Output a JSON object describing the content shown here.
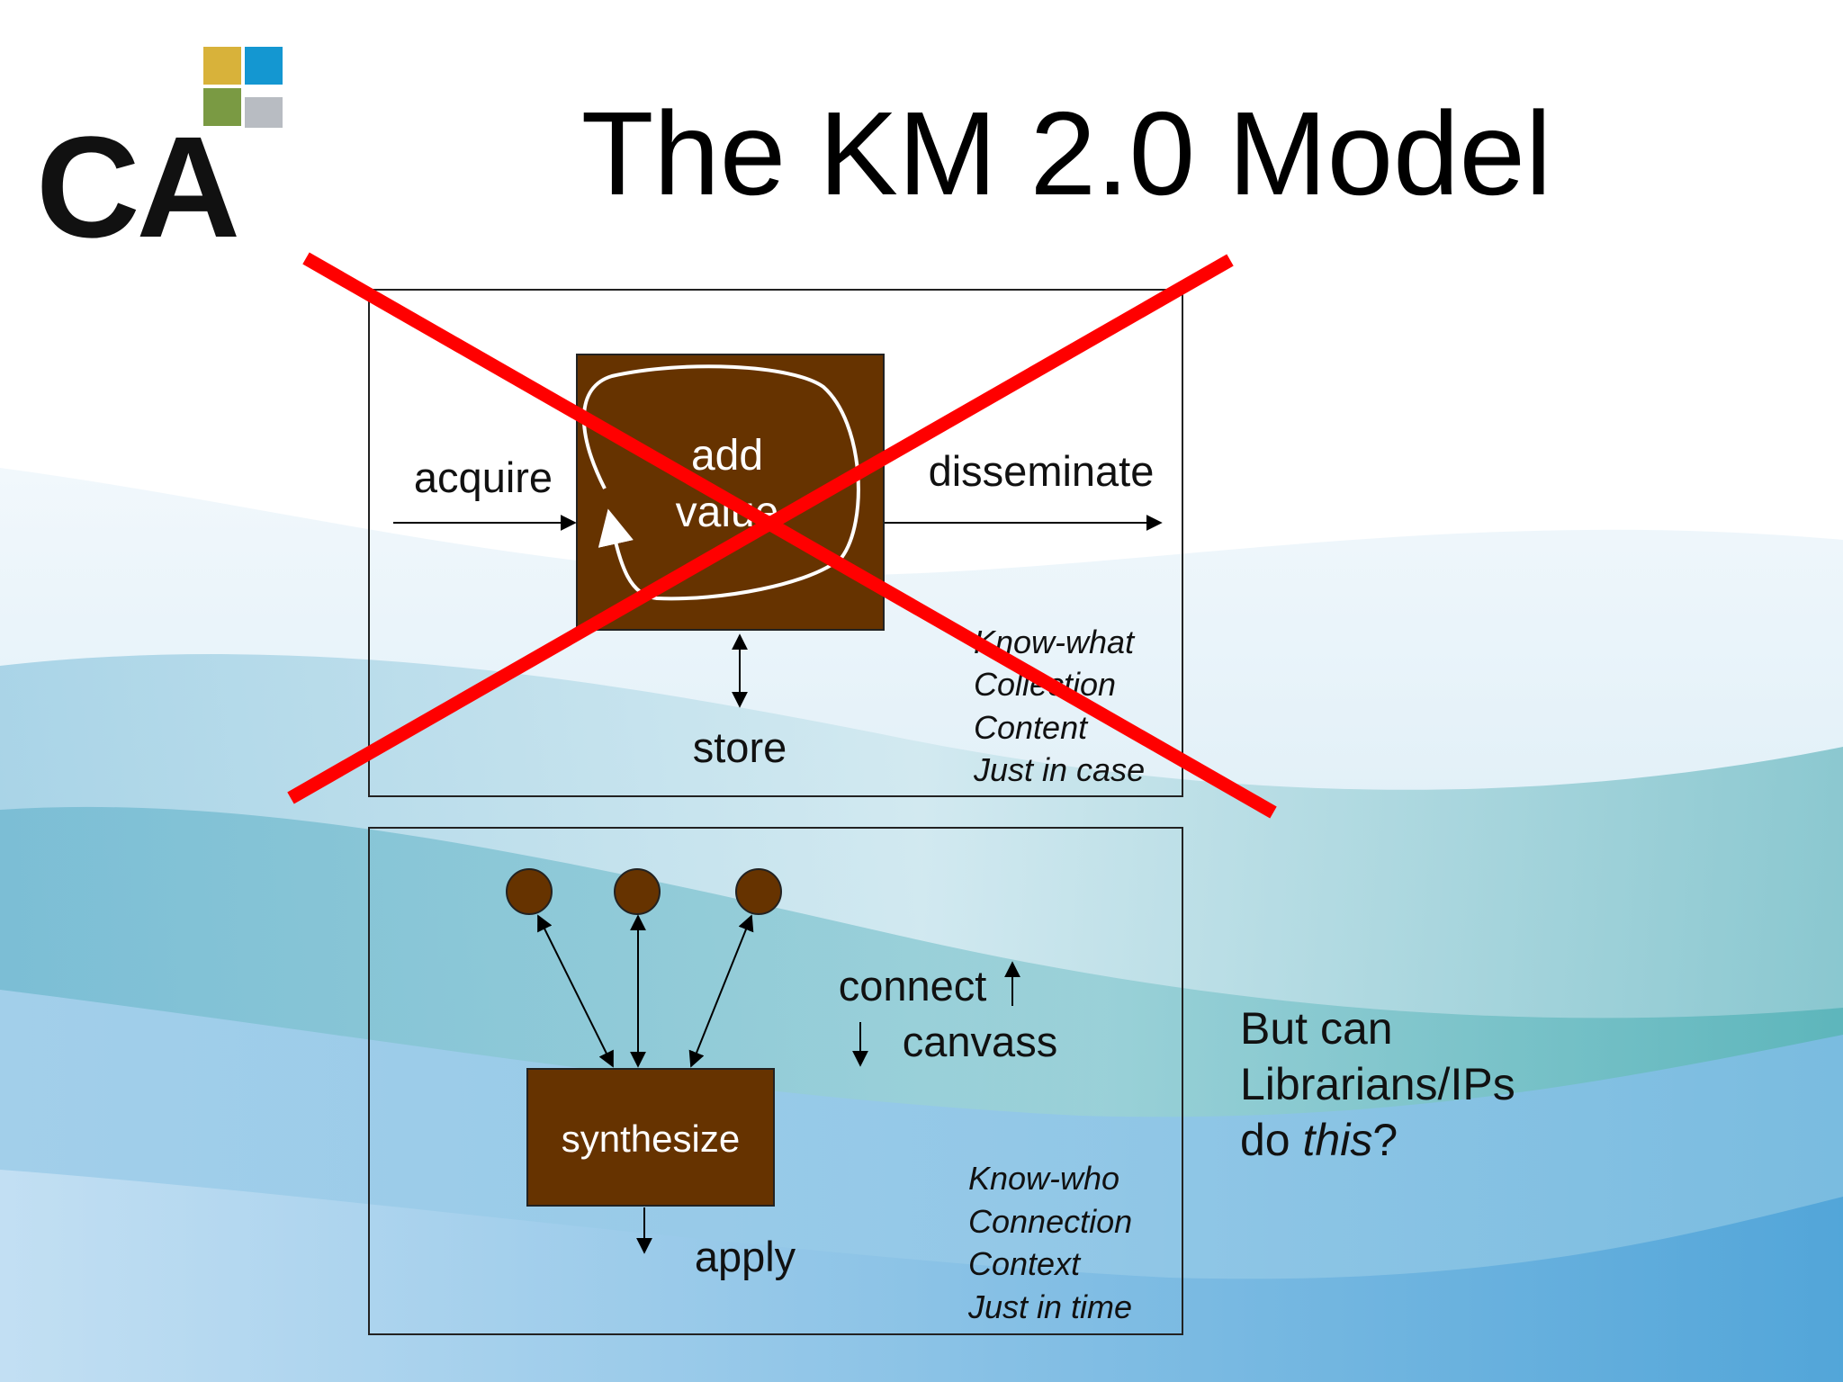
{
  "slide": {
    "title": "The KM 2.0 Model",
    "logo": {
      "text": "CA",
      "colors": {
        "yellow": "#d8b23a",
        "blue": "#1497d1",
        "green": "#7a9a43",
        "gray": "#b8bcc2"
      }
    },
    "colors": {
      "box_fill": "#663300",
      "cross": "#ff0000",
      "text": "#111111"
    }
  },
  "old_model": {
    "center_label_line1": "add",
    "center_label_line2": "value",
    "acquire": "acquire",
    "disseminate": "disseminate",
    "store": "store",
    "characteristics": [
      "Know-what",
      "Collection",
      "Content",
      "Just in case"
    ],
    "crossed_out": true
  },
  "new_model": {
    "center_label": "synthesize",
    "connect": "connect",
    "canvass": "canvass",
    "apply": "apply",
    "characteristics": [
      "Know-who",
      "Connection",
      "Context",
      "Just in time"
    ],
    "nodes": 3
  },
  "side_question": {
    "line1": "But can",
    "line2": "Librarians/IPs",
    "line3_prefix": "do ",
    "line3_emph": "this",
    "line3_suffix": "?"
  }
}
